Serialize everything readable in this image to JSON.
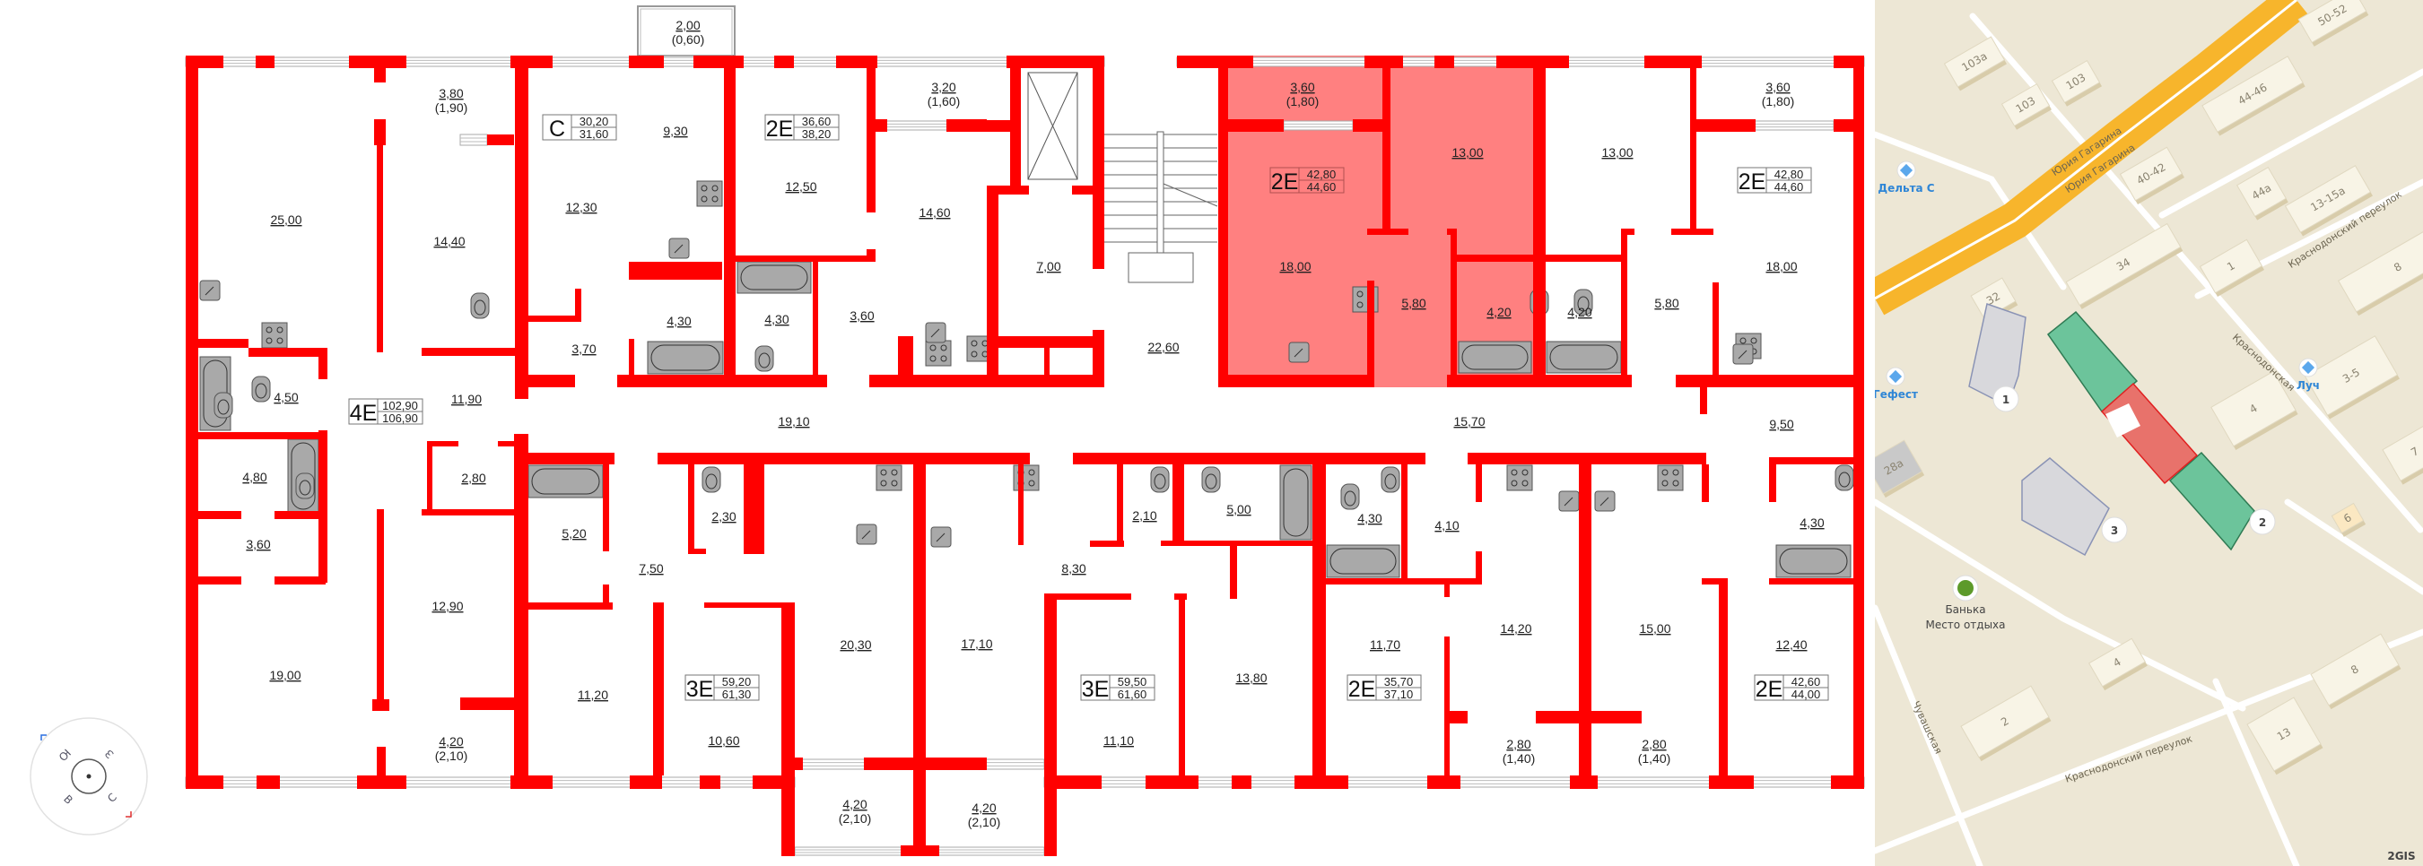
{
  "colors": {
    "wall": "#ff0000",
    "highlight": "#ff8080",
    "fixture": "#a9a9a9",
    "map_bg": "#ede7d5",
    "road": "#f7b52c",
    "building_selected": "#e8726b",
    "building_section": "#6cc49b"
  },
  "plan": {
    "apartments": [
      {
        "type": "С",
        "area": "30,20",
        "area_total": "31,60",
        "highlighted": false
      },
      {
        "type": "2Е",
        "area": "36,60",
        "area_total": "38,20",
        "highlighted": false
      },
      {
        "type": "4Е",
        "area": "102,90",
        "area_total": "106,90",
        "highlighted": false
      },
      {
        "type": "2Е",
        "area": "42,80",
        "area_total": "44,60",
        "highlighted": true
      },
      {
        "type": "2Е",
        "area": "42,80",
        "area_total": "44,60",
        "highlighted": false
      },
      {
        "type": "3Е",
        "area": "59,20",
        "area_total": "61,30",
        "highlighted": false
      },
      {
        "type": "3Е",
        "area": "59,50",
        "area_total": "61,60",
        "highlighted": false
      },
      {
        "type": "2Е",
        "area": "35,70",
        "area_total": "37,10",
        "highlighted": false
      },
      {
        "type": "2Е",
        "area": "42,60",
        "area_total": "44,00",
        "highlighted": false
      }
    ],
    "rooms": [
      {
        "area": "2,00",
        "sub": "(0,60)"
      },
      {
        "area": "3,80",
        "sub": "(1,90)"
      },
      {
        "area": "9,30"
      },
      {
        "area": "3,20",
        "sub": "(1,60)"
      },
      {
        "area": "25,00"
      },
      {
        "area": "14,40"
      },
      {
        "area": "12,30"
      },
      {
        "area": "12,50"
      },
      {
        "area": "14,60"
      },
      {
        "area": "4,30"
      },
      {
        "area": "4,30"
      },
      {
        "area": "3,60"
      },
      {
        "area": "3,70"
      },
      {
        "area": "4,50"
      },
      {
        "area": "11,90"
      },
      {
        "area": "19,10"
      },
      {
        "area": "3,60",
        "sub": "(1,80)"
      },
      {
        "area": "13,00"
      },
      {
        "area": "13,00"
      },
      {
        "area": "3,60",
        "sub": "(1,80)"
      },
      {
        "area": "7,00"
      },
      {
        "area": "18,00"
      },
      {
        "area": "18,00"
      },
      {
        "area": "5,80"
      },
      {
        "area": "4,20"
      },
      {
        "area": "4,20"
      },
      {
        "area": "5,80"
      },
      {
        "area": "22,60"
      },
      {
        "area": "15,70"
      },
      {
        "area": "9,50"
      },
      {
        "area": "4,80"
      },
      {
        "area": "2,80"
      },
      {
        "area": "3,60"
      },
      {
        "area": "5,20"
      },
      {
        "area": "2,30"
      },
      {
        "area": "7,50"
      },
      {
        "area": "12,90"
      },
      {
        "area": "20,30"
      },
      {
        "area": "17,10"
      },
      {
        "area": "19,00"
      },
      {
        "area": "11,20"
      },
      {
        "area": "10,60"
      },
      {
        "area": "4,20",
        "sub": "(2,10)"
      },
      {
        "area": "4,20",
        "sub": "(2,10)"
      },
      {
        "area": "4,20",
        "sub": "(2,10)"
      },
      {
        "area": "2,10"
      },
      {
        "area": "5,00"
      },
      {
        "area": "4,30"
      },
      {
        "area": "4,10"
      },
      {
        "area": "4,30"
      },
      {
        "area": "8,30"
      },
      {
        "area": "13,80"
      },
      {
        "area": "11,70"
      },
      {
        "area": "14,20"
      },
      {
        "area": "15,00"
      },
      {
        "area": "12,40"
      },
      {
        "area": "11,10"
      },
      {
        "area": "2,80",
        "sub": "(1,40)"
      },
      {
        "area": "2,80",
        "sub": "(1,40)"
      }
    ]
  },
  "compass": {
    "letters": [
      "Ю",
      "З",
      "В",
      "С"
    ]
  },
  "map": {
    "buildings": [
      "103а",
      "103",
      "103",
      "50-52",
      "44-46",
      "40-42",
      "44а",
      "13-15а",
      "34",
      "32",
      "1",
      "8",
      "4",
      "3-5",
      "7",
      "6",
      "28а",
      "4",
      "2",
      "8",
      "13"
    ],
    "pois": [
      {
        "name": "Дельта С",
        "icon": "diamond-icon"
      },
      {
        "name": "Гефест",
        "icon": "diamond-icon"
      },
      {
        "name": "Луч",
        "icon": "cinema-icon"
      }
    ],
    "place": {
      "name": "Банька",
      "category": "Место отдыха"
    },
    "streets": [
      "Юрия Гагарина",
      "Юрия Гагарина",
      "Краснодонский переулок",
      "Краснодонская",
      "Краснодонский переулок",
      "Чувашская"
    ],
    "markers": [
      "1",
      "2",
      "3"
    ],
    "logo": "2GIS"
  }
}
